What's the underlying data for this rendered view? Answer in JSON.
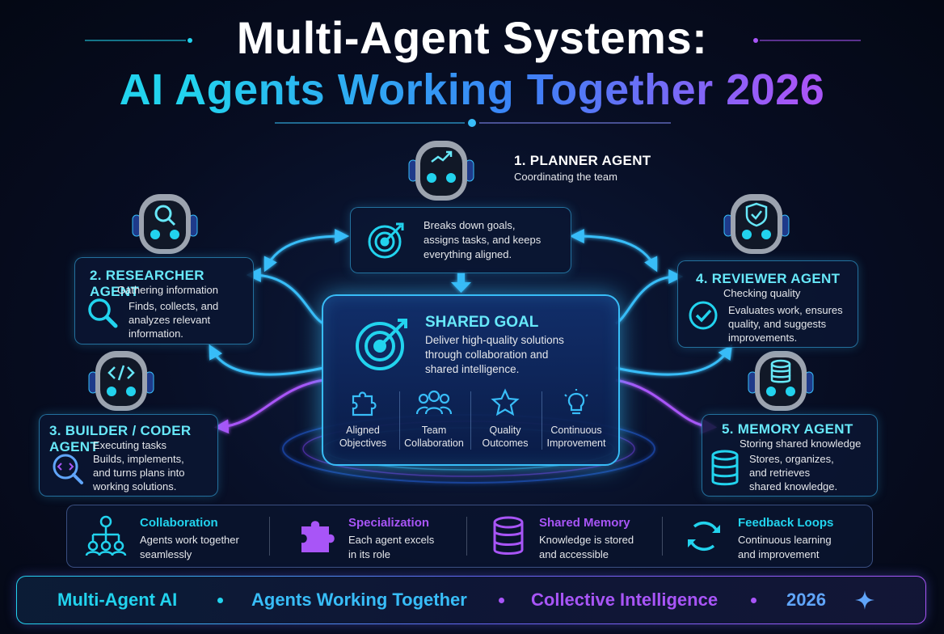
{
  "title": {
    "line1": "Multi-Agent Systems:",
    "line2": "AI Agents Working Together 2026"
  },
  "planner": {
    "title": "1. PLANNER AGENT",
    "subtitle": "Coordinating the team",
    "desc": [
      "Breaks down goals,",
      "assigns tasks, and keeps",
      "everything aligned."
    ],
    "icon": "trending-chart-icon"
  },
  "researcher": {
    "title": "2. RESEARCHER AGENT",
    "subtitle": "Gathering information",
    "desc": [
      "Finds, collects, and",
      "analyzes relevant",
      "information."
    ],
    "icon": "magnifier-icon"
  },
  "builder": {
    "title": "3. BUILDER / CODER AGENT",
    "subtitle": "Executing tasks",
    "desc": [
      "Builds, implements,",
      "and turns plans into",
      "working solutions."
    ],
    "icon": "code-icon"
  },
  "reviewer": {
    "title": "4. REVIEWER AGENT",
    "subtitle": "Checking quality",
    "desc": [
      "Evaluates work, ensures",
      "quality, and suggests",
      "improvements."
    ],
    "icon": "shield-check-icon"
  },
  "memory": {
    "title": "5. MEMORY AGENT",
    "subtitle": "Storing shared knowledge",
    "desc": [
      "Stores, organizes,",
      "and retrieves",
      "shared knowledge."
    ],
    "icon": "database-icon"
  },
  "goal": {
    "title": "SHARED GOAL",
    "desc": [
      "Deliver high-quality solutions",
      "through collaboration and",
      "shared intelligence."
    ],
    "items": [
      {
        "label1": "Aligned",
        "label2": "Objectives",
        "icon": "puzzle-icon"
      },
      {
        "label1": "Team",
        "label2": "Collaboration",
        "icon": "team-icon"
      },
      {
        "label1": "Quality",
        "label2": "Outcomes",
        "icon": "star-icon"
      },
      {
        "label1": "Continuous",
        "label2": "Improvement",
        "icon": "lightbulb-icon"
      }
    ]
  },
  "features": [
    {
      "title": "Collaboration",
      "desc1": "Agents work together",
      "desc2": "seamlessly",
      "color": "#22d3ee",
      "icon": "network-icon"
    },
    {
      "title": "Specialization",
      "desc1": "Each agent excels",
      "desc2": "in its role",
      "color": "#a855f7",
      "icon": "puzzle-icon"
    },
    {
      "title": "Shared Memory",
      "desc1": "Knowledge is stored",
      "desc2": "and accessible",
      "color": "#a855f7",
      "icon": "database-icon"
    },
    {
      "title": "Feedback Loops",
      "desc1": "Continuous learning",
      "desc2": "and improvement",
      "color": "#22d3ee",
      "icon": "refresh-icon"
    }
  ],
  "footer": {
    "items": [
      "Multi-Agent AI",
      "Agents Working Together",
      "Collective Intelligence",
      "2026"
    ],
    "colors": [
      "#22d3ee",
      "#38bdf8",
      "#a855f7",
      "#60a5fa"
    ]
  },
  "colors": {
    "cyan": "#22d3ee",
    "blue": "#3b82f6",
    "purple": "#a855f7",
    "background": "#070d22"
  }
}
